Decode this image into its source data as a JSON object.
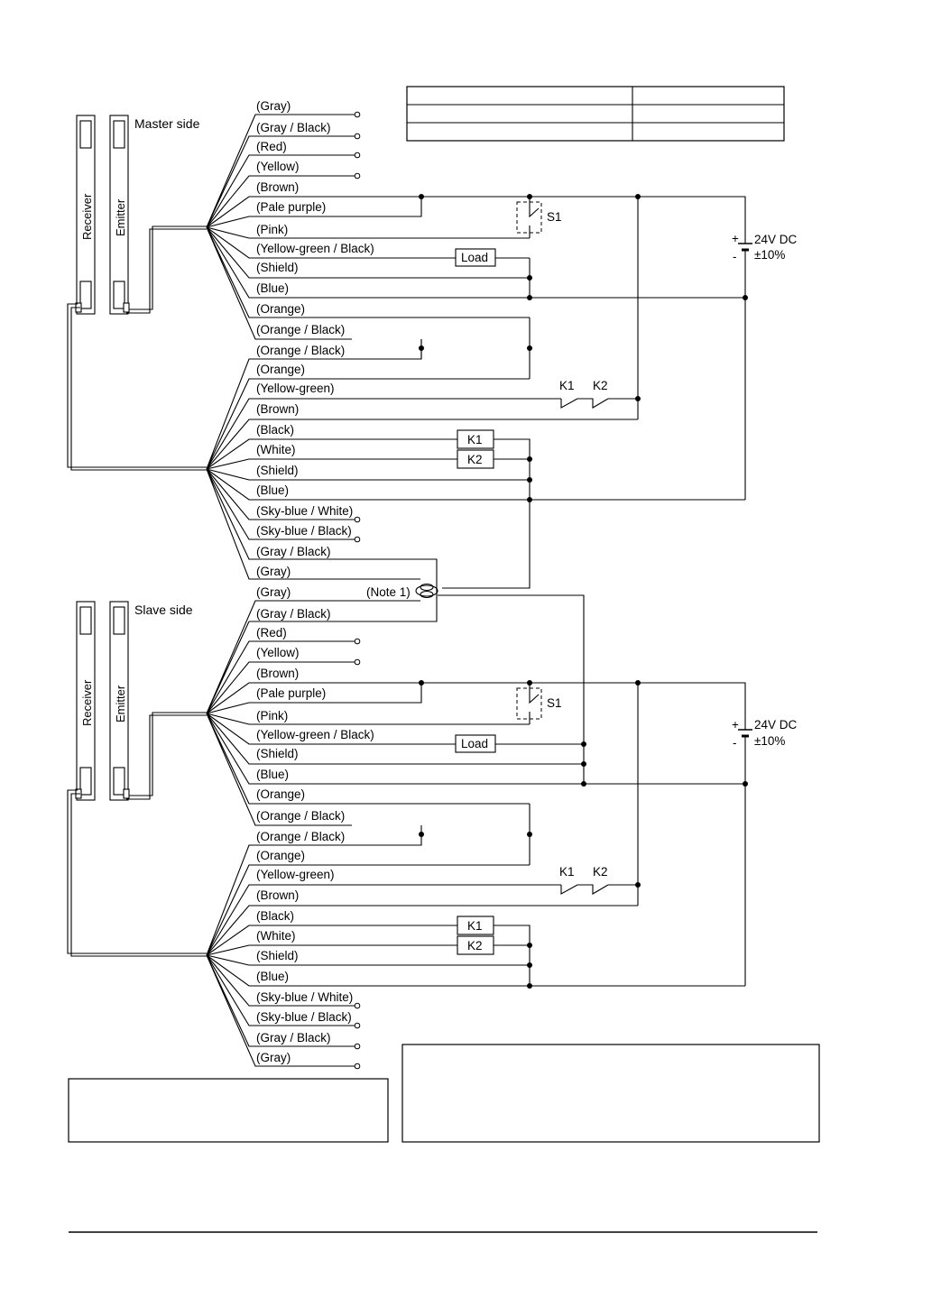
{
  "master": {
    "title": "Master side",
    "receiver": "Receiver",
    "emitter": "Emitter",
    "emitter_wires": [
      "(Gray)",
      "(Gray / Black)",
      "(Red)",
      "(Yellow)",
      "(Brown)",
      "(Pale purple)",
      "(Pink)",
      "(Yellow-green / Black)",
      "(Shield)",
      "(Blue)",
      "(Orange)",
      "(Orange / Black)"
    ],
    "receiver_wires": [
      "(Orange / Black)",
      "(Orange)",
      "(Yellow-green)",
      "(Brown)",
      "(Black)",
      "(White)",
      "(Shield)",
      "(Blue)",
      "(Sky-blue / White)",
      "(Sky-blue / Black)",
      "(Gray / Black)",
      "(Gray)"
    ]
  },
  "slave": {
    "title": "Slave side",
    "receiver": "Receiver",
    "emitter": "Emitter",
    "emitter_wires": [
      "(Gray)",
      "(Gray / Black)",
      "(Red)",
      "(Yellow)",
      "(Brown)",
      "(Pale purple)",
      "(Pink)",
      "(Yellow-green / Black)",
      "(Shield)",
      "(Blue)",
      "(Orange)",
      "(Orange / Black)"
    ],
    "receiver_wires": [
      "(Orange / Black)",
      "(Orange)",
      "(Yellow-green)",
      "(Brown)",
      "(Black)",
      "(White)",
      "(Shield)",
      "(Blue)",
      "(Sky-blue / White)",
      "(Sky-blue / Black)",
      "(Gray / Black)",
      "(Gray)"
    ]
  },
  "components": {
    "switch": "S1",
    "load": "Load",
    "relay_1": "K1",
    "relay_2": "K2",
    "supply_voltage": "24V DC",
    "supply_tolerance": "±10%",
    "plus": "+",
    "minus": "-",
    "note": "(Note 1)"
  }
}
